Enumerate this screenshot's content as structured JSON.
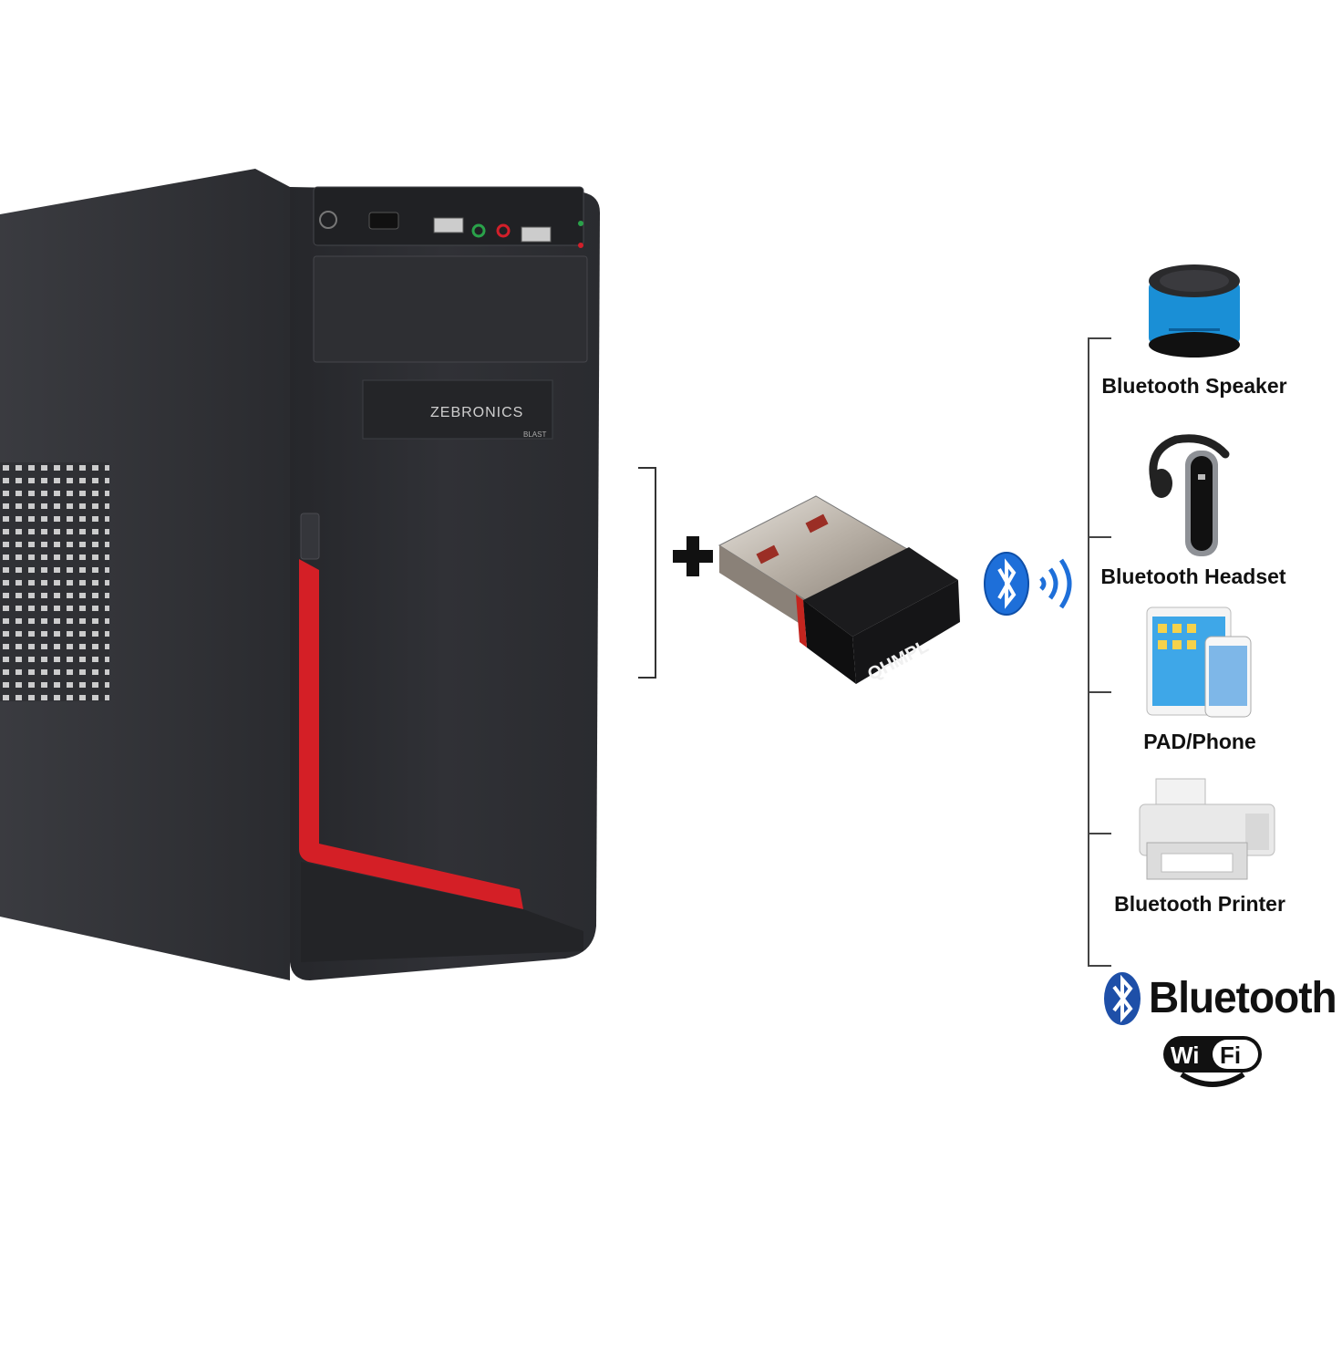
{
  "case": {
    "brand": "ZEBRONICS",
    "model": "BLAST"
  },
  "dongle": {
    "brand": "QHMPL"
  },
  "devices": [
    {
      "label": "Bluetooth Speaker",
      "icon": "bluetooth-speaker-icon"
    },
    {
      "label": "Bluetooth Headset",
      "icon": "bluetooth-headset-icon"
    },
    {
      "label": "PAD/Phone",
      "icon": "pad-phone-icon"
    },
    {
      "label": "Bluetooth Printer",
      "icon": "printer-icon"
    }
  ],
  "logos": {
    "bluetooth_wordmark": "Bluetooth",
    "wifi_left": "Wi",
    "wifi_right": "Fi"
  },
  "colors": {
    "case_body": "#2b2c30",
    "accent_red": "#d41f26",
    "bluetooth_blue": "#1e6fd9",
    "speaker_blue": "#1a8fd6"
  }
}
